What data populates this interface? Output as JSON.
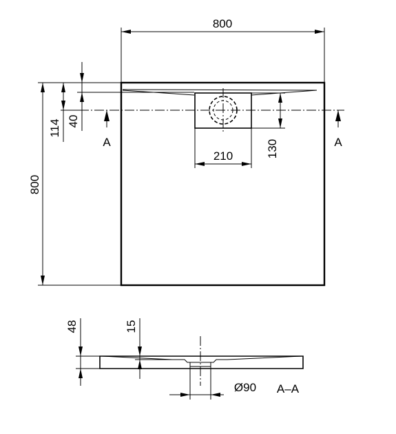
{
  "dimensions": {
    "overall_width": "800",
    "overall_depth": "800",
    "drain_offset_114": "114",
    "drain_offset_40": "40",
    "drain_width": "210",
    "drain_height": "130",
    "total_height": "48",
    "rim_height": "15",
    "waste_diameter": "Ø90"
  },
  "section": {
    "marker_left": "A",
    "marker_right": "A",
    "label": "A–A"
  }
}
